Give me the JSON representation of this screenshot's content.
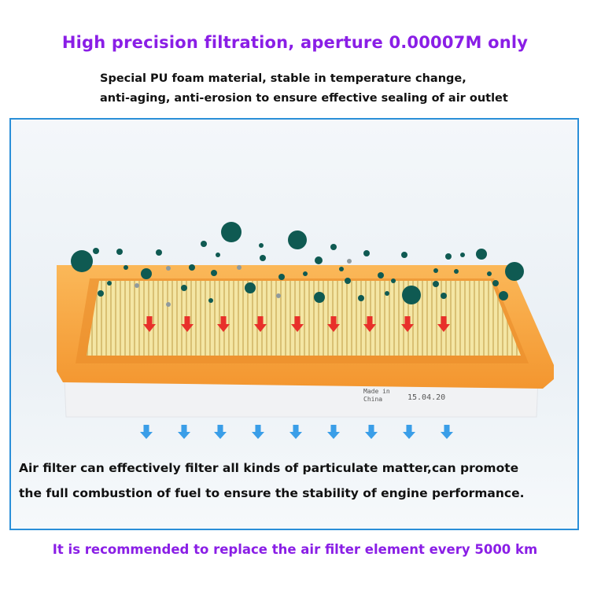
{
  "headline": "High precision filtration, aperture 0.00007M only",
  "sub_lines": [
    "Special PU foam material, stable in temperature change,",
    "anti-aging, anti-erosion to ensure effective sealing of air outlet"
  ],
  "filter_label": {
    "made_in": "Made in",
    "china": "China",
    "date": "15.04.20"
  },
  "description_lines": [
    "Air filter can effectively filter all kinds of particulate matter,can promote",
    "the full combustion of fuel to ensure the stability of engine performance."
  ],
  "footer": "It is recommended to replace the air filter element every 5000 km",
  "colors": {
    "headline": "#8a1ee6",
    "frame_border": "#2a8fd8",
    "filter_frame": "#f7a33f",
    "filter_pleats": "#f2e29a",
    "particle": "#0f5a52",
    "arrow_in": "#e8302a",
    "arrow_out": "#3a9ee8"
  }
}
